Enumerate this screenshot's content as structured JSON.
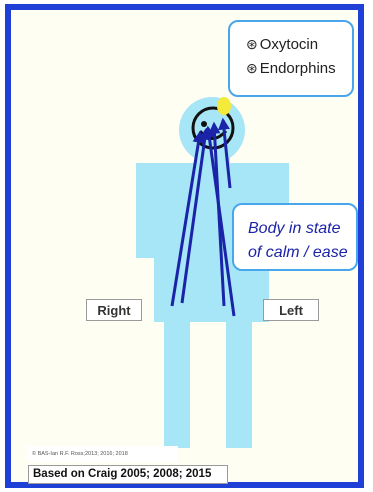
{
  "hormones": {
    "symbol": "⊛",
    "items": [
      "Oxytocin",
      "Endorphins"
    ]
  },
  "state_callout": {
    "line1": "Body in state",
    "line2": "of calm / ease"
  },
  "side_labels": {
    "right": "Right",
    "left": "Left"
  },
  "credit": "© BAS-Ian R.F. Ross;2013; 2016; 2018",
  "source": "Based on Craig 2005; 2008; 2015",
  "colors": {
    "frame": "#1f3fd6",
    "background": "#fffef3",
    "body": "#a6e6f7",
    "arrows": "#1b23a8",
    "callout_border": "#4aa6ea",
    "highlight": "#f4ea3a"
  }
}
